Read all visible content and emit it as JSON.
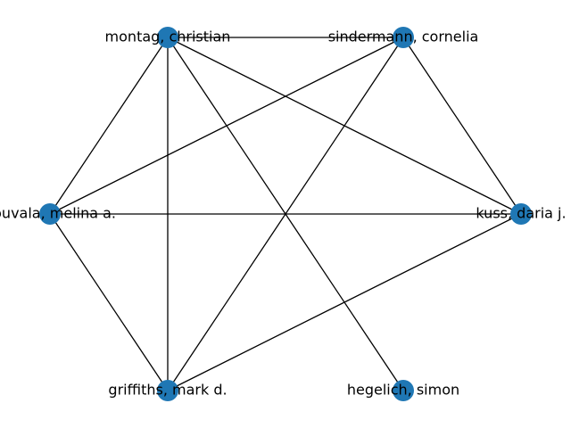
{
  "graph": {
    "node_color": "#1f77b4",
    "edge_color": "#000000",
    "background": "#ffffff",
    "nodes": [
      {
        "id": "montag",
        "label": "montag, christian"
      },
      {
        "id": "sindermann",
        "label": "sindermann, cornelia"
      },
      {
        "id": "kuss",
        "label": "kuss, daria j."
      },
      {
        "id": "hegelich",
        "label": "hegelich, simon"
      },
      {
        "id": "griffiths",
        "label": "griffiths, mark d."
      },
      {
        "id": "bouvala",
        "label": "bouvala, melina a."
      }
    ],
    "edges": [
      [
        "montag",
        "sindermann"
      ],
      [
        "montag",
        "bouvala"
      ],
      [
        "montag",
        "griffiths"
      ],
      [
        "montag",
        "kuss"
      ],
      [
        "montag",
        "hegelich"
      ],
      [
        "sindermann",
        "bouvala"
      ],
      [
        "sindermann",
        "griffiths"
      ],
      [
        "sindermann",
        "kuss"
      ],
      [
        "bouvala",
        "kuss"
      ],
      [
        "bouvala",
        "griffiths"
      ],
      [
        "griffiths",
        "kuss"
      ]
    ]
  }
}
